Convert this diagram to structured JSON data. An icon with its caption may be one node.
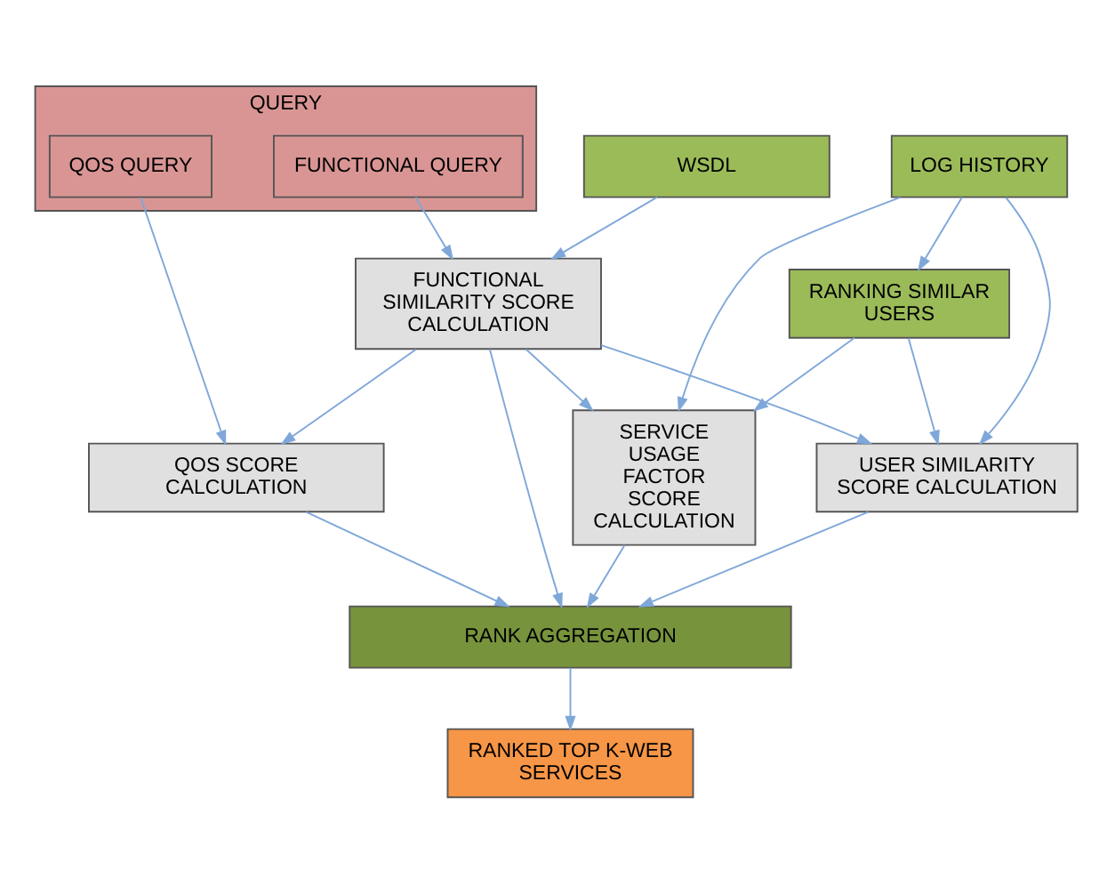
{
  "diagram": {
    "nodes": [
      {
        "text": [
          "QUERY"
        ]
      },
      {
        "text": [
          "FUNCTIONAL QUERY"
        ],
        "in": 0
      },
      {
        "text": [
          "QOS QUERY"
        ],
        "in": 0
      },
      {
        "text": [
          "FUNCTIONAL SIMILARITY SCORE CALCULATION"
        ]
      },
      {
        "text": [
          "WSDL"
        ]
      },
      {
        "text": [
          "LOG HISTORY"
        ]
      },
      {
        "text": [
          "USER SIMILARITY SCORE CALCULATION"
        ]
      },
      {
        "text": [
          "RANKING SIMILAR USERS"
        ]
      },
      {
        "text": [
          "QOS SCORE CALCULATION"
        ]
      },
      {
        "text": [
          "RANK AGGREGATION"
        ]
      },
      {
        "text": [
          "SERVICE USAGE FACTOR SCORE CALCULATION"
        ]
      },
      {
        "text": [
          "RANKED TOP K-WEB SERVICES"
        ]
      }
    ],
    "edges": [
      {
        "from": 1,
        "to": 3,
        "arrow": "to"
      },
      {
        "from": 4,
        "to": 3,
        "arrow": "to"
      },
      {
        "from": 2,
        "to": 8,
        "arrow": "to"
      },
      {
        "from": 3,
        "to": 8,
        "arrow": "to"
      },
      {
        "from": 3,
        "to": 9,
        "arrow": "to"
      },
      {
        "from": 3,
        "to": 6,
        "arrow": "to"
      },
      {
        "from": 3,
        "to": 10,
        "arrow": "to"
      },
      {
        "from": 5,
        "to": 6,
        "arrow": "to"
      },
      {
        "from": 5,
        "to": 7,
        "arrow": "to"
      },
      {
        "from": 5,
        "to": 10,
        "arrow": "to"
      },
      {
        "from": 7,
        "to": 6,
        "arrow": "to"
      },
      {
        "from": 7,
        "to": 10,
        "arrow": "to"
      },
      {
        "from": 8,
        "to": 9,
        "arrow": "to"
      },
      {
        "from": 6,
        "to": 9,
        "arrow": "to"
      },
      {
        "from": 10,
        "to": 9,
        "arrow": "to"
      },
      {
        "from": 9,
        "to": 11,
        "arrow": "to"
      }
    ]
  }
}
